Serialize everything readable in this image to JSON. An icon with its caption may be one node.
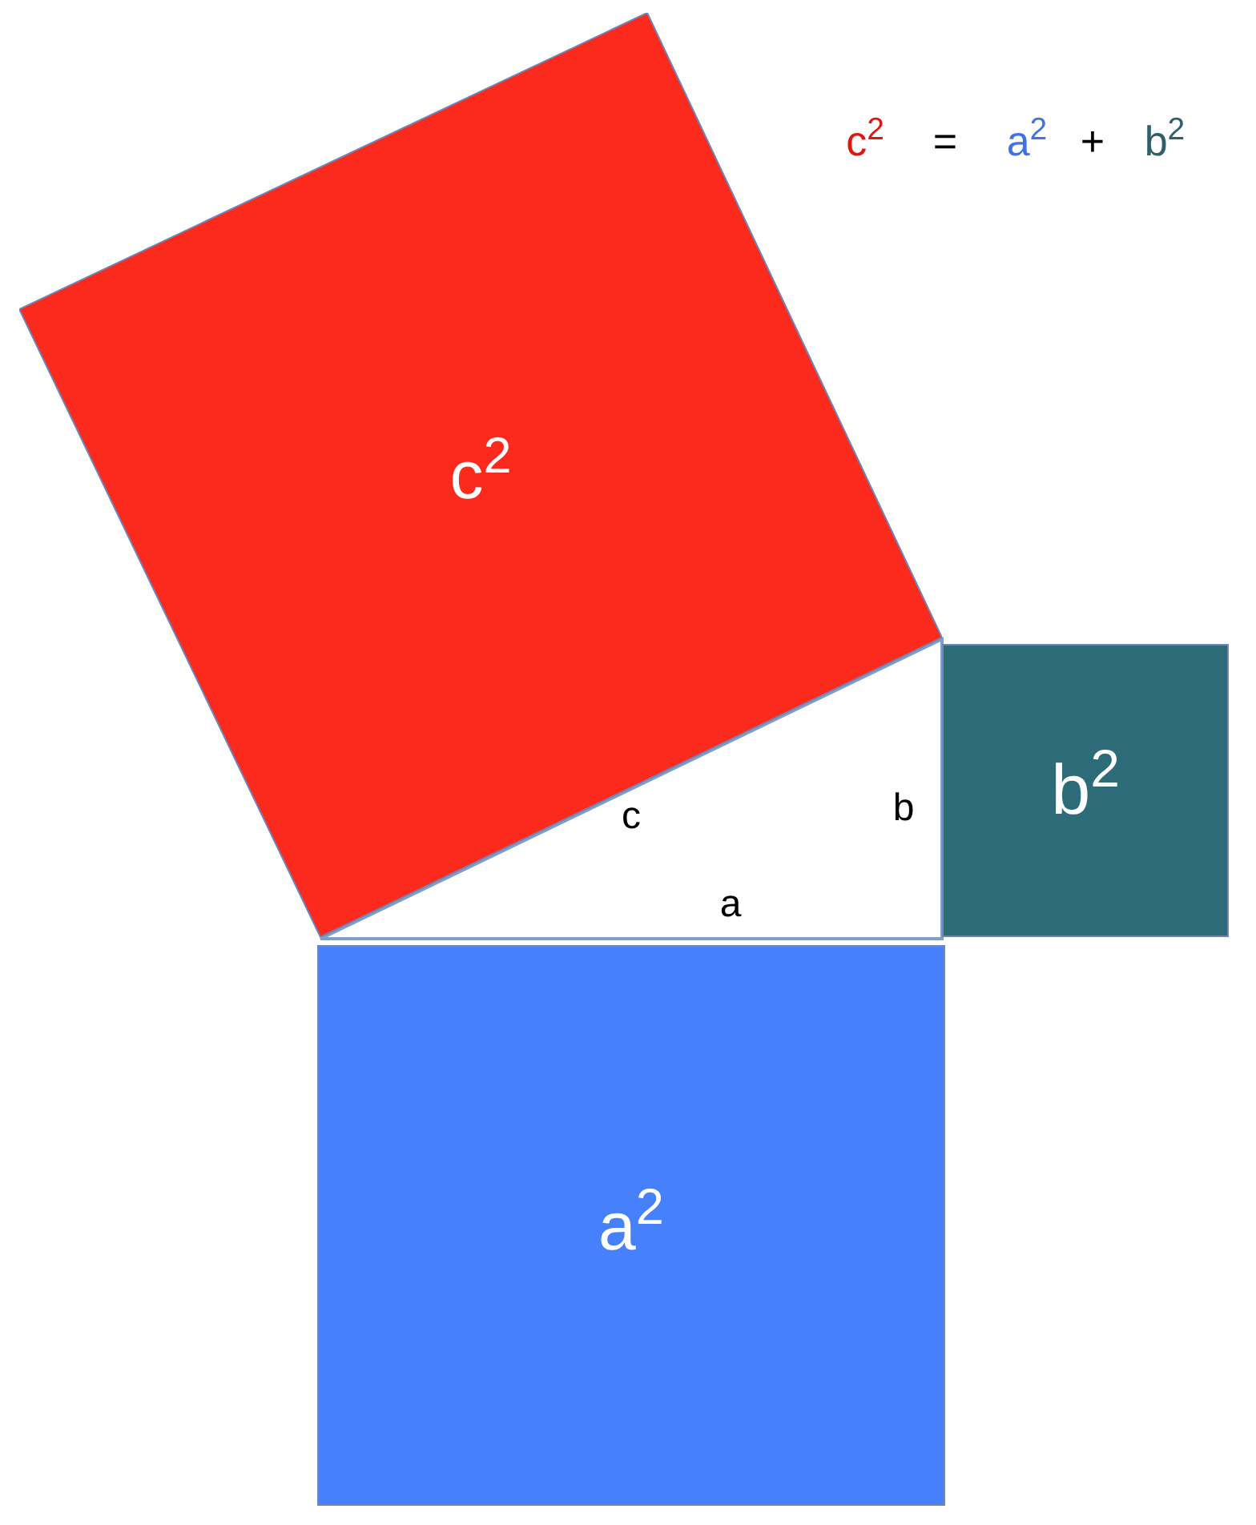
{
  "diagram": {
    "nodes": [
      {
        "text": [
          "c$^{2}$"
        ]
      },
      {
        "text": [
          "b$^{2}$"
        ]
      },
      {
        "text": [
          "a$^{2}$"
        ]
      }
    ],
    "labels": [
      "c$^{2}$",
      "=",
      "a$^{2}$",
      "+",
      "b$^{2}$",
      "c",
      "b",
      "a"
    ]
  }
}
